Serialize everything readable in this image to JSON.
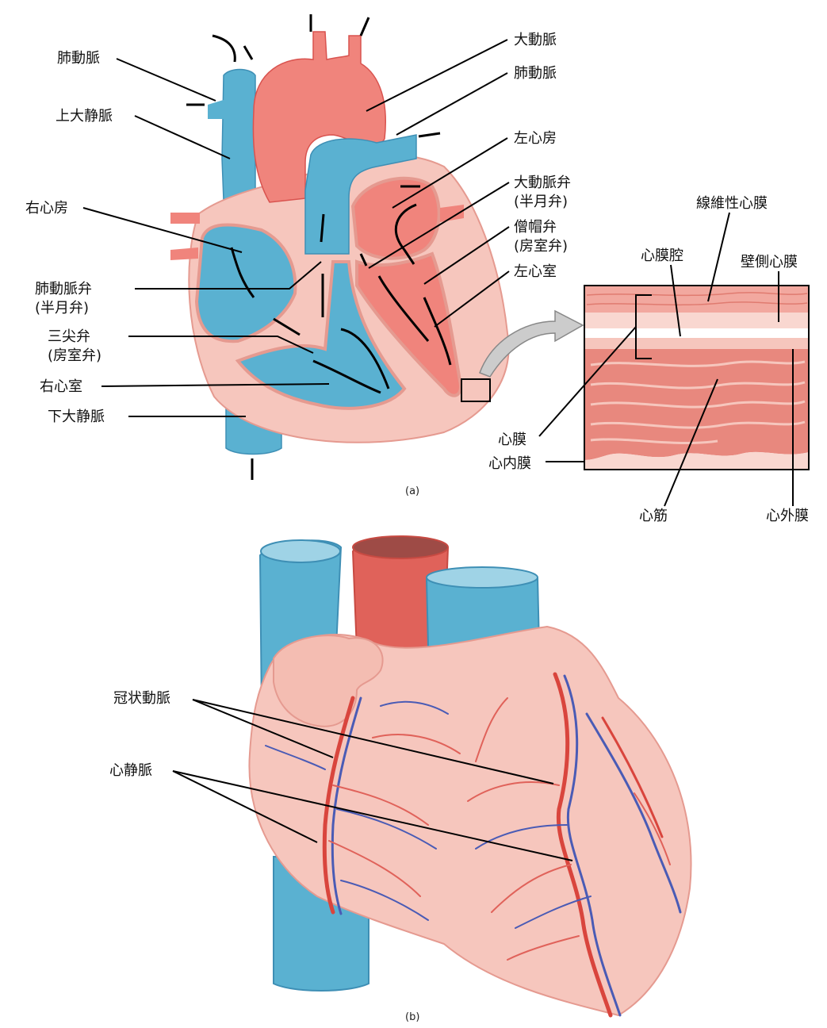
{
  "labels": {
    "pulmonary_artery_left": "肺動脈",
    "superior_vena_cava": "上大静脈",
    "right_atrium": "右心房",
    "pulmonary_valve": "肺動脈弁",
    "pulmonary_valve_type": "(半月弁)",
    "tricuspid_valve": "三尖弁",
    "tricuspid_valve_type": "(房室弁)",
    "right_ventricle": "右心室",
    "inferior_vena_cava": "下大静脈",
    "aorta": "大動脈",
    "pulmonary_artery_right": "肺動脈",
    "left_atrium": "左心房",
    "aortic_valve": "大動脈弁",
    "aortic_valve_type": "(半月弁)",
    "mitral_valve": "僧帽弁",
    "mitral_valve_type": "(房室弁)",
    "left_ventricle": "左心室",
    "fibrous_pericardium": "線維性心膜",
    "pericardial_cavity": "心膜腔",
    "parietal_pericardium": "壁側心膜",
    "pericardium": "心膜",
    "endocardium": "心内膜",
    "myocardium": "心筋",
    "epicardium": "心外膜",
    "coronary_artery": "冠状動脈",
    "cardiac_vein": "心静脈"
  },
  "captions": {
    "a": "(a)",
    "b": "(b)"
  },
  "colors": {
    "oxygenated": "#f0847c",
    "oxygenated_dark": "#d9534f",
    "deoxygenated": "#5ab1d1",
    "deoxygenated_dark": "#3e8fb5",
    "heart_wall": "#f6c6bd",
    "muscle": "#e8887e",
    "vein_line": "#4a5bb5",
    "artery_line": "#d9453d"
  }
}
